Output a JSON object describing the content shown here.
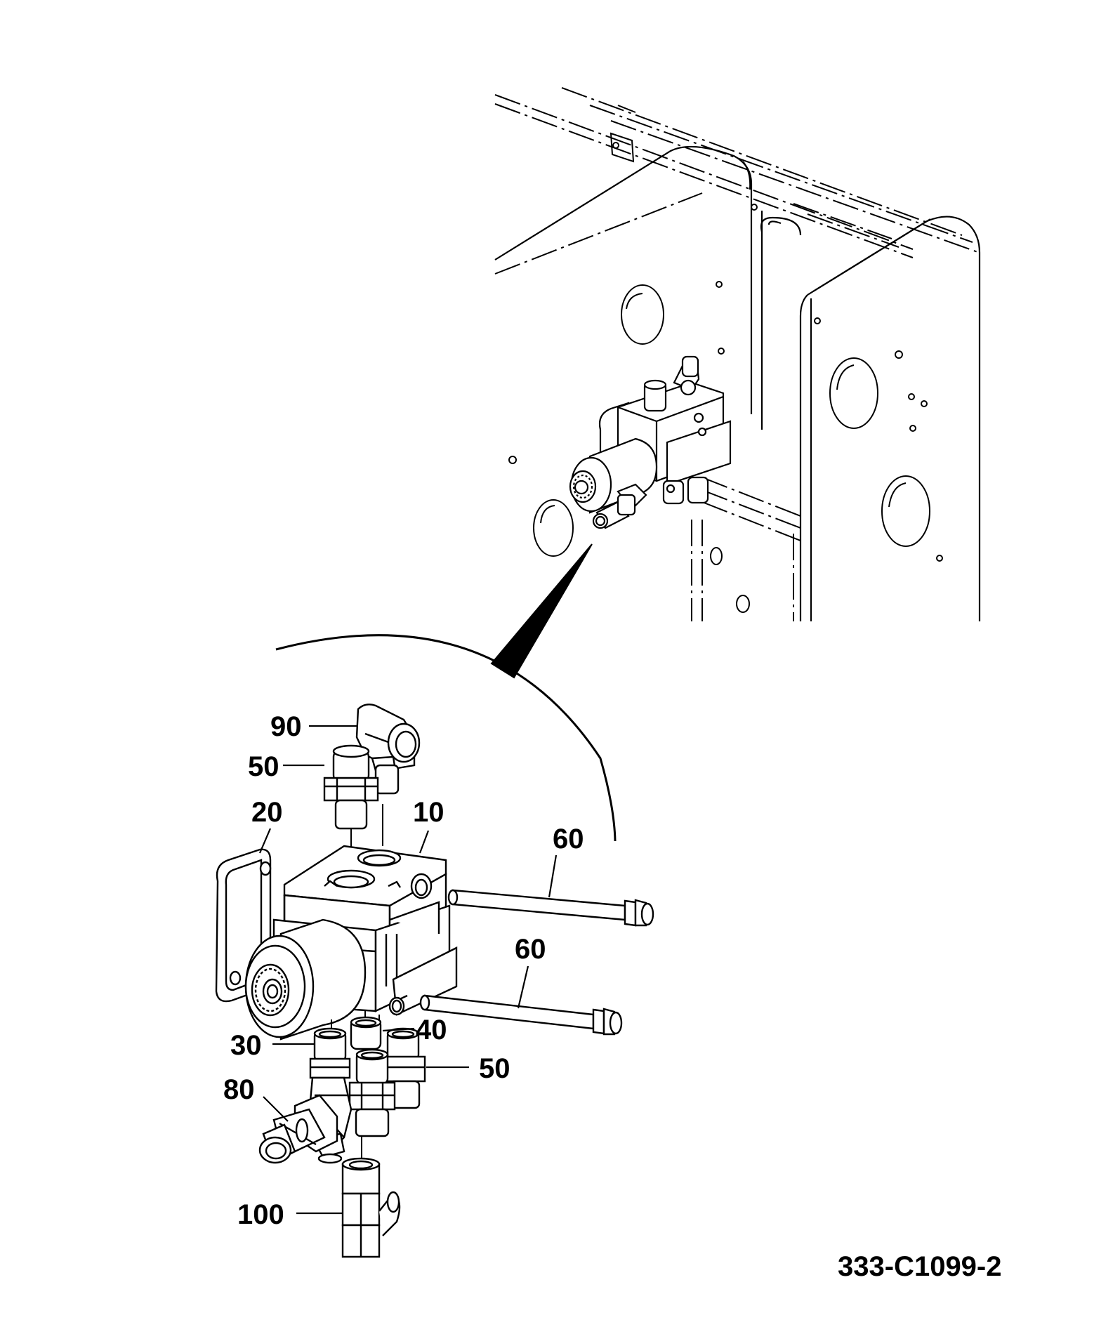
{
  "drawing_code": "333-C1099-2",
  "callouts": {
    "c90": "90",
    "c50_top": "50",
    "c20": "20",
    "c10": "10",
    "c60_upper": "60",
    "c60_lower": "60",
    "c40": "40",
    "c30": "30",
    "c50_bottom": "50",
    "c80": "80",
    "c100": "100"
  },
  "colors": {
    "line": "#000000",
    "background": "#ffffff"
  }
}
